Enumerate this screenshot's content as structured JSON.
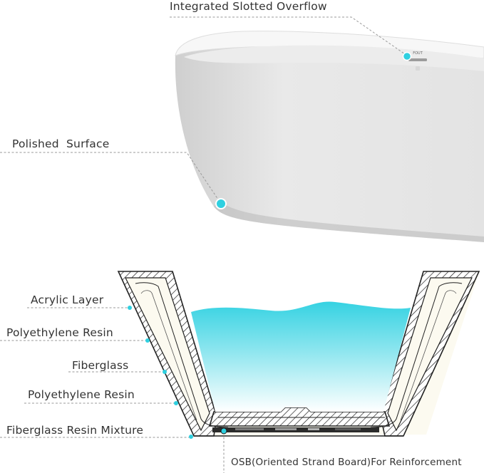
{
  "callouts": {
    "overflow": "Integrated Slotted Overflow",
    "surface": "Polished  Surface",
    "acrylic": "Acrylic Layer",
    "resin1": "Polyethylene Resin",
    "fiberglass": "Fiberglass",
    "resin2": "Polyethylene Resin",
    "mixture": "Fiberglass Resin Mixture",
    "osb": "OSB(Oriented Strand Board)For Reinforcement"
  },
  "brand_mark": "FOUT",
  "colors": {
    "accent": "#2fd0e0",
    "water": "#3fd6e4",
    "line": "#9a9a9a",
    "outline": "#222222"
  }
}
